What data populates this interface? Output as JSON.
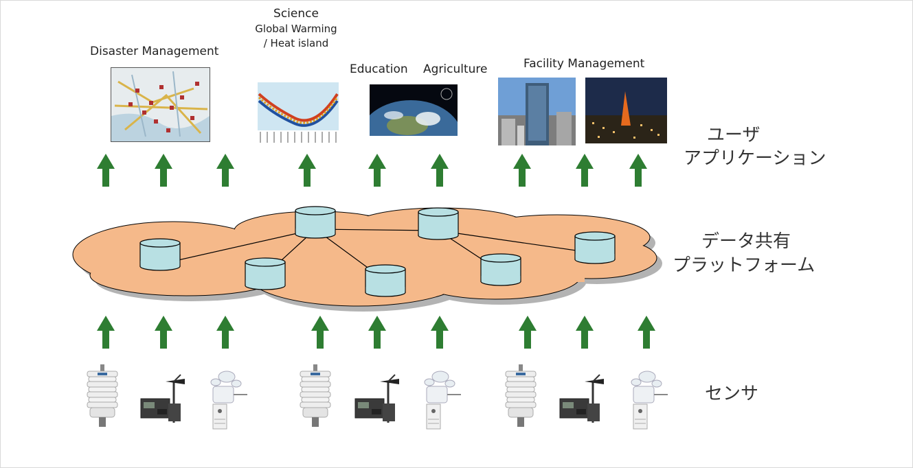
{
  "applications": {
    "disaster": "Disaster Management",
    "science_title": "Science",
    "science_sub1": "Global Warming",
    "science_sub2": "/ Heat island",
    "education": "Education",
    "agriculture": "Agriculture",
    "facility": "Facility Management"
  },
  "layers": {
    "user_line1": "ユーザ",
    "user_line2": "アプリケーション",
    "platform_line1": "データ共有",
    "platform_line2": "プラットフォーム",
    "sensor": "センサ"
  },
  "colors": {
    "arrow": "#2e7d32",
    "cloud_fill": "#f5b98a",
    "cloud_stroke": "#000000",
    "cylinder_fill": "#b8e0e3",
    "shadow": "#b3b3b3"
  },
  "icons": {
    "arrow": "up-arrow-icon",
    "database": "database-cylinder-icon",
    "sensor_housing": "weather-sensor-housing-icon",
    "sensor_wind": "wind-vane-logger-icon",
    "sensor_anemometer": "anemometer-icon"
  }
}
